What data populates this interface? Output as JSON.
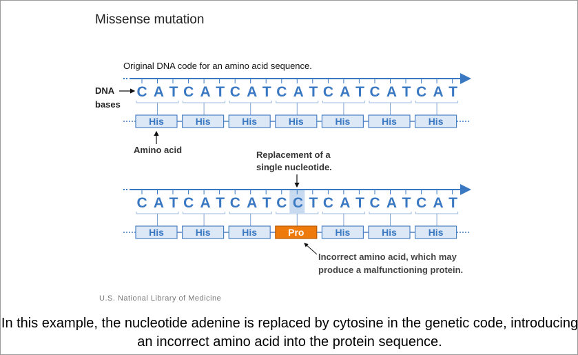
{
  "title": "Missense mutation",
  "diagram": {
    "original_label": "Original DNA code for an amino acid sequence.",
    "dna_label_line1": "DNA",
    "dna_label_line2": "bases",
    "amino_acid_label": "Amino acid",
    "replacement_label_line1": "Replacement of a",
    "replacement_label_line2": "single nucleotide.",
    "incorrect_label_line1": "Incorrect amino acid, which may",
    "incorrect_label_line2": "produce a malfunctioning protein.",
    "original_codons": [
      "CAT",
      "CAT",
      "CAT",
      "CAT",
      "CAT",
      "CAT",
      "CAT"
    ],
    "original_amino_acids": [
      "His",
      "His",
      "His",
      "His",
      "His",
      "His",
      "His"
    ],
    "mutated_codons": [
      "CAT",
      "CAT",
      "CAT",
      "CCT",
      "CAT",
      "CAT",
      "CAT"
    ],
    "mutated_amino_acids": [
      "His",
      "His",
      "His",
      "Pro",
      "His",
      "His",
      "His"
    ],
    "mutated_codon_index": 3,
    "mutated_base_index": 1,
    "colors": {
      "dna": "#3a78c2",
      "box_fill": "#dce8f6",
      "box_stroke": "#4a80c4",
      "mutant_fill": "#ee7a0c",
      "highlight": "#c8daf0"
    }
  },
  "credit": "U.S. National Library of Medicine",
  "caption": "In this example, the nucleotide adenine is replaced by cytosine in the genetic code, introducing an incorrect amino acid into the protein sequence."
}
